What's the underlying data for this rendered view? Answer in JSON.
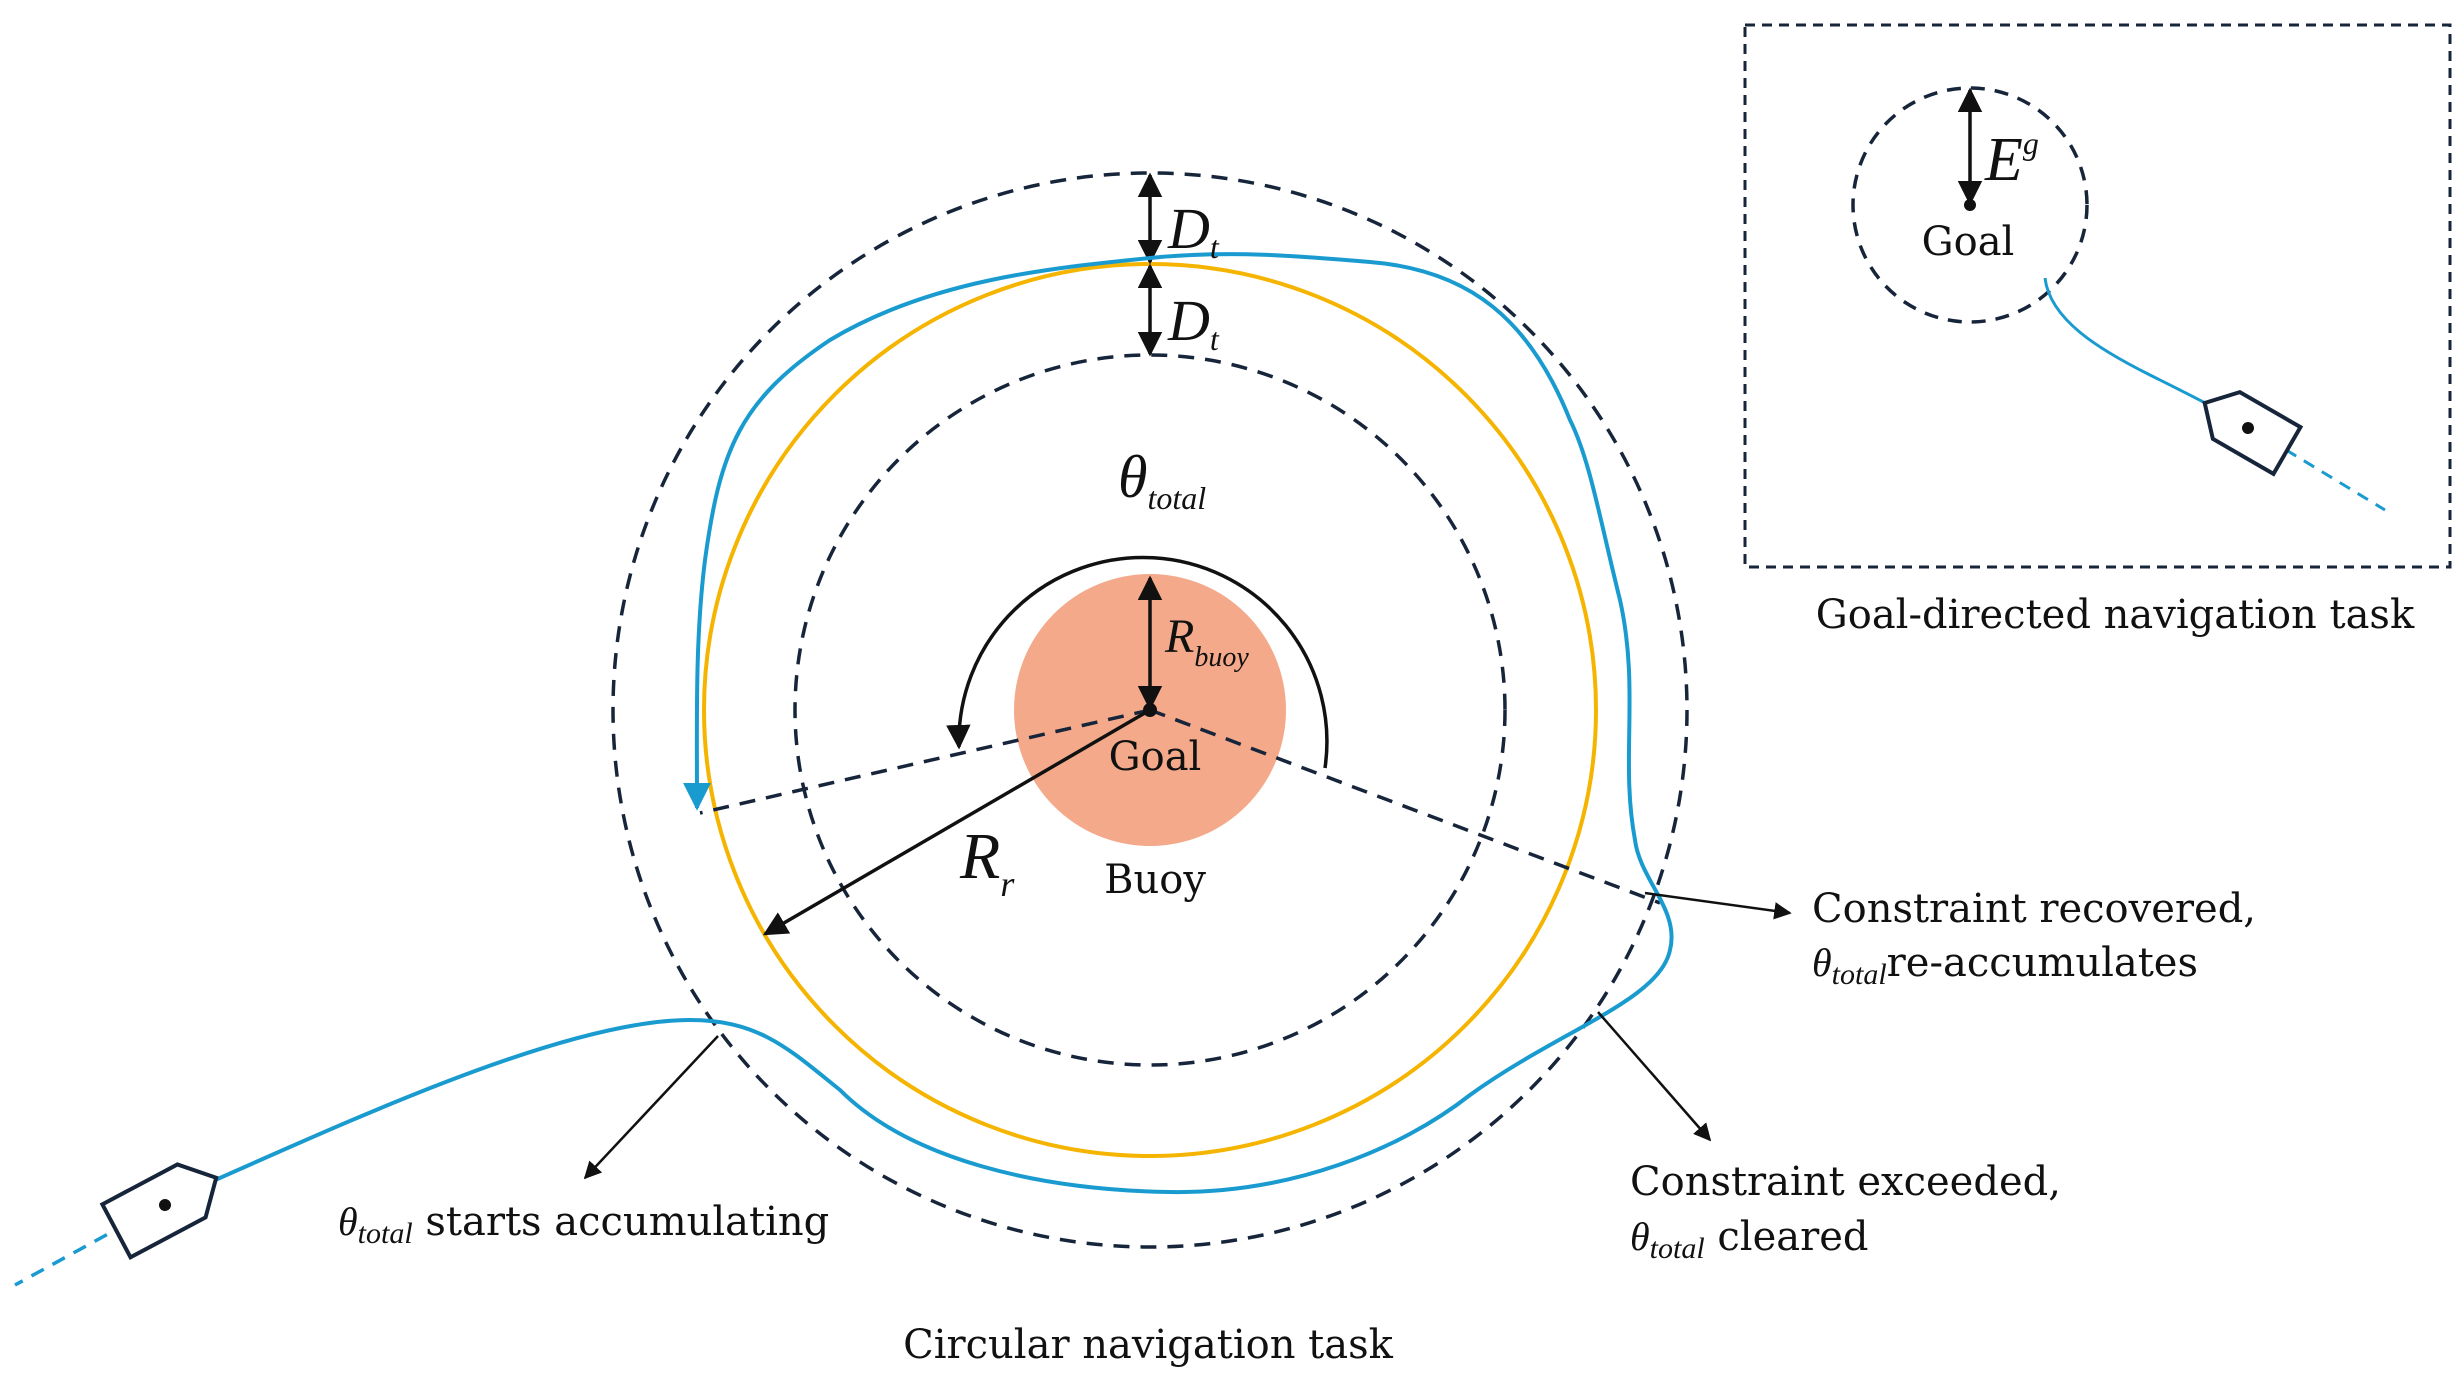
{
  "colors": {
    "background": "#ffffff",
    "dashed": "#17253b",
    "ink": "#111111",
    "trajectory": "#1a9bd0",
    "reference_circle": "#f5b400",
    "buoy": "#f4a98a",
    "boat": "#17253b"
  },
  "circular_task": {
    "caption": "Circular navigation task",
    "goal_label": "Goal",
    "buoy_label": "Buoy",
    "r_buoy": {
      "main": "R",
      "sub": "buoy"
    },
    "r_r": {
      "main": "R",
      "sub": "r"
    },
    "theta_total": {
      "main": "θ",
      "sub": "total"
    },
    "d_t_outer": {
      "main": "D",
      "sub": "t"
    },
    "d_t_inner": {
      "main": "D",
      "sub": "t"
    },
    "annotations": {
      "start": {
        "symbol": "θ",
        "sub": "total",
        "text": " starts accumulating"
      },
      "recovered_line1": "Constraint recovered,",
      "recovered_line2": {
        "symbol": "θ",
        "sub": "total",
        "text": "re-accumulates"
      },
      "exceeded_line1": "Constraint exceeded,",
      "exceeded_line2": {
        "symbol": "θ",
        "sub": "total",
        "text": " cleared"
      }
    }
  },
  "goal_task": {
    "caption": "Goal-directed navigation task",
    "goal_label": "Goal",
    "e_g": {
      "main": "E",
      "sup": "g"
    }
  }
}
